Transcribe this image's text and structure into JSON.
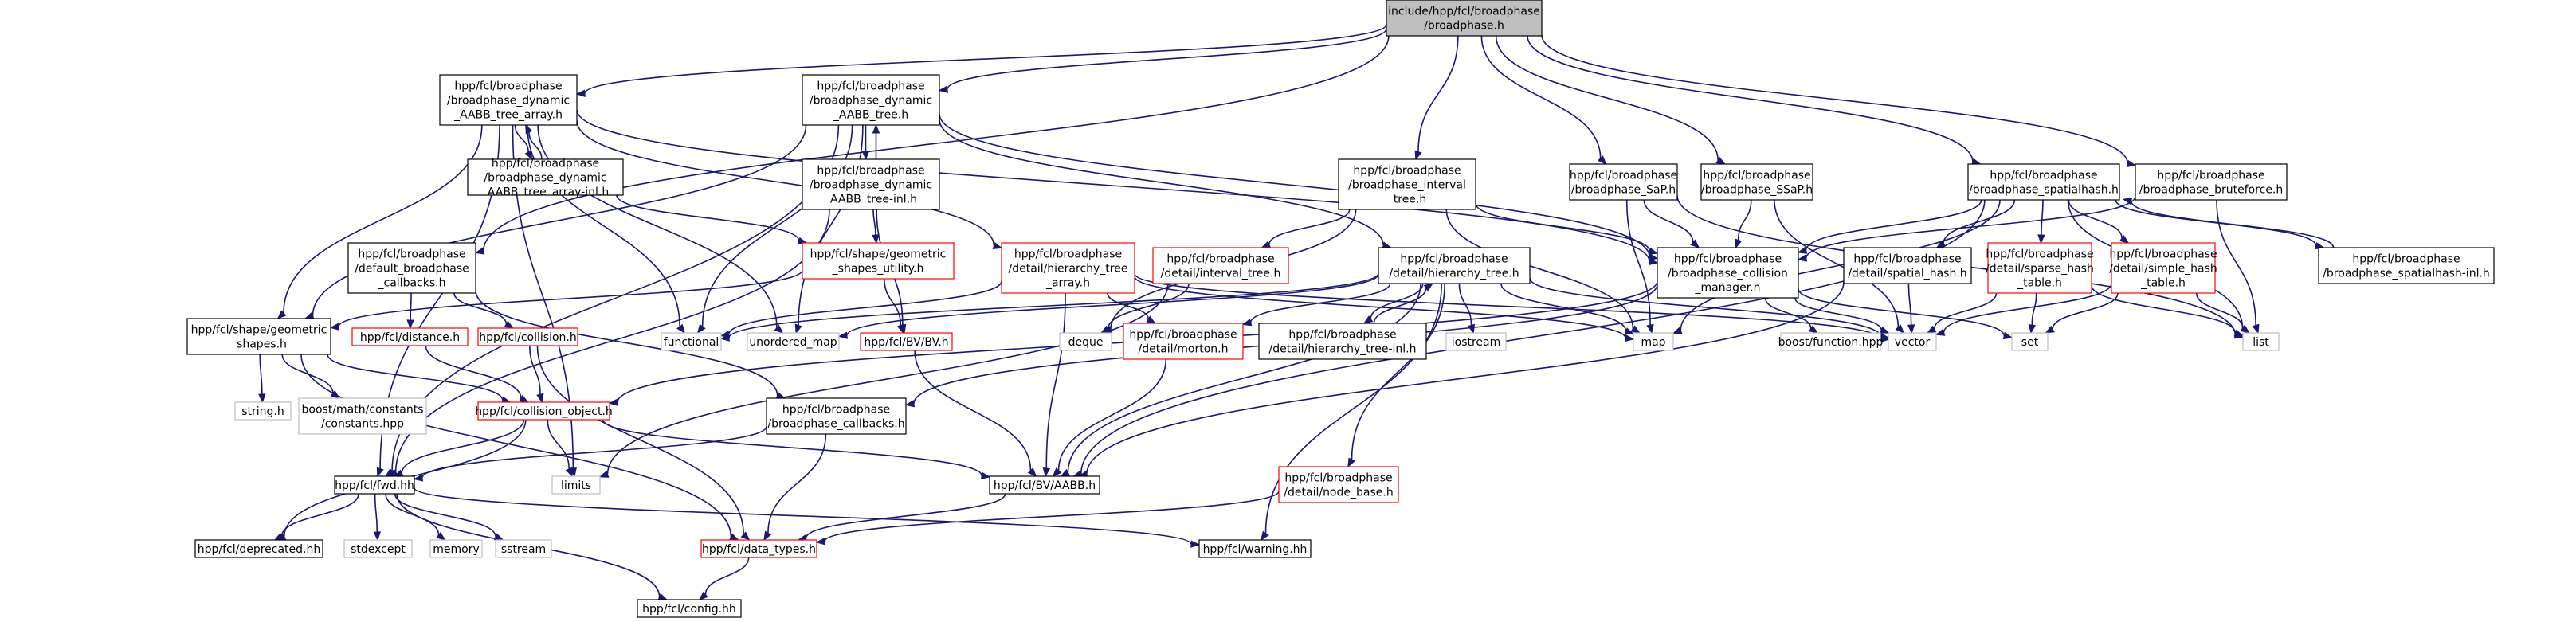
{
  "colors": {
    "edge": "#191970",
    "root_fill": "#bfbfbf",
    "border_documented": "#000000",
    "border_red": "#ff0000",
    "border_external": "#bfbfbf"
  },
  "nodes": {
    "root": {
      "lines": [
        "include/hpp/fcl/broadphase",
        "/broadphase.h"
      ],
      "style": "root"
    },
    "dyn_array": {
      "lines": [
        "hpp/fcl/broadphase",
        "/broadphase_dynamic",
        "_AABB_tree_array.h"
      ],
      "style": "doc"
    },
    "dyn_tree": {
      "lines": [
        "hpp/fcl/broadphase",
        "/broadphase_dynamic",
        "_AABB_tree.h"
      ],
      "style": "doc"
    },
    "dyn_array_inl": {
      "lines": [
        "hpp/fcl/broadphase",
        "/broadphase_dynamic",
        "_AABB_tree_array-inl.h"
      ],
      "style": "doc"
    },
    "dyn_tree_inl": {
      "lines": [
        "hpp/fcl/broadphase",
        "/broadphase_dynamic",
        "_AABB_tree-inl.h"
      ],
      "style": "doc"
    },
    "interval_tree": {
      "lines": [
        "hpp/fcl/broadphase",
        "/broadphase_interval",
        "_tree.h"
      ],
      "style": "doc"
    },
    "sap": {
      "lines": [
        "hpp/fcl/broadphase",
        "/broadphase_SaP.h"
      ],
      "style": "doc"
    },
    "ssap": {
      "lines": [
        "hpp/fcl/broadphase",
        "/broadphase_SSaP.h"
      ],
      "style": "doc"
    },
    "spatialhash": {
      "lines": [
        "hpp/fcl/broadphase",
        "/broadphase_spatialhash.h"
      ],
      "style": "doc"
    },
    "bruteforce": {
      "lines": [
        "hpp/fcl/broadphase",
        "/broadphase_bruteforce.h"
      ],
      "style": "doc"
    },
    "default_cb": {
      "lines": [
        "hpp/fcl/broadphase",
        "/default_broadphase",
        "_callbacks.h"
      ],
      "style": "doc"
    },
    "shape_util": {
      "lines": [
        "hpp/fcl/shape/geometric",
        "_shapes_utility.h"
      ],
      "style": "red"
    },
    "hier_array": {
      "lines": [
        "hpp/fcl/broadphase",
        "/detail/hierarchy_tree",
        "_array.h"
      ],
      "style": "red"
    },
    "interval_detail": {
      "lines": [
        "hpp/fcl/broadphase",
        "/detail/interval_tree.h"
      ],
      "style": "red"
    },
    "hier_tree": {
      "lines": [
        "hpp/fcl/broadphase",
        "/detail/hierarchy_tree.h"
      ],
      "style": "doc"
    },
    "coll_mgr": {
      "lines": [
        "hpp/fcl/broadphase",
        "/broadphase_collision",
        "_manager.h"
      ],
      "style": "doc"
    },
    "spatial_hash": {
      "lines": [
        "hpp/fcl/broadphase",
        "/detail/spatial_hash.h"
      ],
      "style": "doc"
    },
    "sparse_hash": {
      "lines": [
        "hpp/fcl/broadphase",
        "/detail/sparse_hash",
        "_table.h"
      ],
      "style": "red"
    },
    "simple_hash": {
      "lines": [
        "hpp/fcl/broadphase",
        "/detail/simple_hash",
        "_table.h"
      ],
      "style": "red"
    },
    "spatialhash_inl": {
      "lines": [
        "hpp/fcl/broadphase",
        "/broadphase_spatialhash-inl.h"
      ],
      "style": "doc"
    },
    "geom_shapes": {
      "lines": [
        "hpp/fcl/shape/geometric",
        "_shapes.h"
      ],
      "style": "doc"
    },
    "distance": {
      "lines": [
        "hpp/fcl/distance.h"
      ],
      "style": "red"
    },
    "collision": {
      "lines": [
        "hpp/fcl/collision.h"
      ],
      "style": "red"
    },
    "functional": {
      "lines": [
        "functional"
      ],
      "style": "ext"
    },
    "unordered_map": {
      "lines": [
        "unordered_map"
      ],
      "style": "ext"
    },
    "bvbv": {
      "lines": [
        "hpp/fcl/BV/BV.h"
      ],
      "style": "red"
    },
    "deque": {
      "lines": [
        "deque"
      ],
      "style": "ext"
    },
    "morton": {
      "lines": [
        "hpp/fcl/broadphase",
        "/detail/morton.h"
      ],
      "style": "red"
    },
    "hier_tree_inl": {
      "lines": [
        "hpp/fcl/broadphase",
        "/detail/hierarchy_tree-inl.h"
      ],
      "style": "doc"
    },
    "iostream": {
      "lines": [
        "iostream"
      ],
      "style": "ext"
    },
    "map": {
      "lines": [
        "map"
      ],
      "style": "ext"
    },
    "boost_function": {
      "lines": [
        "boost/function.hpp"
      ],
      "style": "ext"
    },
    "vector": {
      "lines": [
        "vector"
      ],
      "style": "ext"
    },
    "set": {
      "lines": [
        "set"
      ],
      "style": "ext"
    },
    "list": {
      "lines": [
        "list"
      ],
      "style": "ext"
    },
    "string_h": {
      "lines": [
        "string.h"
      ],
      "style": "ext"
    },
    "boost_math": {
      "lines": [
        "boost/math/constants",
        "/constants.hpp"
      ],
      "style": "ext"
    },
    "coll_obj": {
      "lines": [
        "hpp/fcl/collision_object.h"
      ],
      "style": "red"
    },
    "bp_callbacks": {
      "lines": [
        "hpp/fcl/broadphase",
        "/broadphase_callbacks.h"
      ],
      "style": "doc"
    },
    "limits": {
      "lines": [
        "limits"
      ],
      "style": "ext"
    },
    "fwd": {
      "lines": [
        "hpp/fcl/fwd.hh"
      ],
      "style": "doc"
    },
    "bv_aabb": {
      "lines": [
        "hpp/fcl/BV/AABB.h"
      ],
      "style": "doc"
    },
    "node_base": {
      "lines": [
        "hpp/fcl/broadphase",
        "/detail/node_base.h"
      ],
      "style": "red"
    },
    "deprecated": {
      "lines": [
        "hpp/fcl/deprecated.hh"
      ],
      "style": "doc"
    },
    "stdexcept": {
      "lines": [
        "stdexcept"
      ],
      "style": "ext"
    },
    "memory": {
      "lines": [
        "memory"
      ],
      "style": "ext"
    },
    "sstream": {
      "lines": [
        "sstream"
      ],
      "style": "ext"
    },
    "data_types": {
      "lines": [
        "hpp/fcl/data_types.h"
      ],
      "style": "red"
    },
    "warning": {
      "lines": [
        "hpp/fcl/warning.hh"
      ],
      "style": "doc"
    },
    "config": {
      "lines": [
        "hpp/fcl/config.hh"
      ],
      "style": "doc"
    }
  },
  "edges": [
    [
      "root",
      "dyn_array"
    ],
    [
      "root",
      "dyn_tree"
    ],
    [
      "root",
      "interval_tree"
    ],
    [
      "root",
      "sap"
    ],
    [
      "root",
      "ssap"
    ],
    [
      "root",
      "spatialhash"
    ],
    [
      "root",
      "bruteforce"
    ],
    [
      "root",
      "default_cb"
    ],
    [
      "dyn_array",
      "dyn_array_inl"
    ],
    [
      "dyn_array_inl",
      "dyn_array"
    ],
    [
      "dyn_array",
      "geom_shapes"
    ],
    [
      "dyn_array",
      "hier_array"
    ],
    [
      "dyn_array",
      "coll_mgr"
    ],
    [
      "dyn_array",
      "functional"
    ],
    [
      "dyn_array",
      "unordered_map"
    ],
    [
      "dyn_array",
      "fwd"
    ],
    [
      "dyn_array",
      "limits"
    ],
    [
      "dyn_array_inl",
      "shape_util"
    ],
    [
      "dyn_tree",
      "dyn_tree_inl"
    ],
    [
      "dyn_tree_inl",
      "dyn_tree"
    ],
    [
      "dyn_tree",
      "hier_tree"
    ],
    [
      "dyn_tree",
      "coll_mgr"
    ],
    [
      "dyn_tree",
      "functional"
    ],
    [
      "dyn_tree",
      "unordered_map"
    ],
    [
      "dyn_tree",
      "geom_shapes"
    ],
    [
      "dyn_tree",
      "fwd"
    ],
    [
      "dyn_tree_inl",
      "shape_util"
    ],
    [
      "dyn_tree_inl",
      "bvbv"
    ],
    [
      "dyn_tree_inl",
      "fwd"
    ],
    [
      "shape_util",
      "geom_shapes"
    ],
    [
      "shape_util",
      "bvbv"
    ],
    [
      "hier_array",
      "morton"
    ],
    [
      "hier_array",
      "bv_aabb"
    ],
    [
      "hier_array",
      "functional"
    ],
    [
      "hier_array",
      "map"
    ],
    [
      "hier_array",
      "vector"
    ],
    [
      "interval_tree",
      "interval_detail"
    ],
    [
      "interval_tree",
      "coll_mgr"
    ],
    [
      "interval_tree",
      "map"
    ],
    [
      "interval_tree",
      "deque"
    ],
    [
      "interval_detail",
      "deque"
    ],
    [
      "interval_detail",
      "limits"
    ],
    [
      "hier_tree",
      "hier_tree_inl"
    ],
    [
      "hier_tree_inl",
      "hier_tree"
    ],
    [
      "hier_tree",
      "morton"
    ],
    [
      "hier_tree",
      "map"
    ],
    [
      "hier_tree",
      "iostream"
    ],
    [
      "hier_tree",
      "vector"
    ],
    [
      "hier_tree",
      "functional"
    ],
    [
      "hier_tree",
      "unordered_map"
    ],
    [
      "hier_tree",
      "bv_aabb"
    ],
    [
      "hier_tree",
      "node_base"
    ],
    [
      "hier_tree",
      "warning"
    ],
    [
      "sap",
      "coll_mgr"
    ],
    [
      "sap",
      "map"
    ],
    [
      "sap",
      "list"
    ],
    [
      "ssap",
      "coll_mgr"
    ],
    [
      "ssap",
      "vector"
    ],
    [
      "spatialhash",
      "coll_mgr"
    ],
    [
      "spatialhash",
      "spatial_hash"
    ],
    [
      "spatialhash",
      "sparse_hash"
    ],
    [
      "spatialhash",
      "simple_hash"
    ],
    [
      "spatialhash",
      "spatialhash_inl"
    ],
    [
      "spatialhash_inl",
      "spatialhash"
    ],
    [
      "spatialhash",
      "list"
    ],
    [
      "spatialhash",
      "map"
    ],
    [
      "spatialhash",
      "bv_aabb"
    ],
    [
      "bruteforce",
      "coll_mgr"
    ],
    [
      "bruteforce",
      "list"
    ],
    [
      "coll_mgr",
      "boost_function"
    ],
    [
      "coll_mgr",
      "vector"
    ],
    [
      "coll_mgr",
      "set"
    ],
    [
      "coll_mgr",
      "coll_obj"
    ],
    [
      "coll_mgr",
      "bp_callbacks"
    ],
    [
      "spatial_hash",
      "vector"
    ],
    [
      "spatial_hash",
      "bv_aabb"
    ],
    [
      "sparse_hash",
      "vector"
    ],
    [
      "sparse_hash",
      "set"
    ],
    [
      "sparse_hash",
      "list"
    ],
    [
      "simple_hash",
      "vector"
    ],
    [
      "simple_hash",
      "set"
    ],
    [
      "simple_hash",
      "list"
    ],
    [
      "default_cb",
      "distance"
    ],
    [
      "default_cb",
      "collision"
    ],
    [
      "default_cb",
      "bp_callbacks"
    ],
    [
      "geom_shapes",
      "string_h"
    ],
    [
      "geom_shapes",
      "boost_math"
    ],
    [
      "geom_shapes",
      "coll_obj"
    ],
    [
      "geom_shapes",
      "data_types"
    ],
    [
      "distance",
      "coll_obj"
    ],
    [
      "collision",
      "coll_obj"
    ],
    [
      "collision",
      "data_types"
    ],
    [
      "coll_obj",
      "deprecated"
    ],
    [
      "coll_obj",
      "fwd"
    ],
    [
      "coll_obj",
      "limits"
    ],
    [
      "coll_obj",
      "bv_aabb"
    ],
    [
      "bvbv",
      "bv_aabb"
    ],
    [
      "morton",
      "bv_aabb"
    ],
    [
      "node_base",
      "data_types"
    ],
    [
      "bp_callbacks",
      "fwd"
    ],
    [
      "bp_callbacks",
      "data_types"
    ],
    [
      "bv_aabb",
      "data_types"
    ],
    [
      "fwd",
      "deprecated"
    ],
    [
      "fwd",
      "stdexcept"
    ],
    [
      "fwd",
      "memory"
    ],
    [
      "fwd",
      "sstream"
    ],
    [
      "fwd",
      "config"
    ],
    [
      "fwd",
      "warning"
    ],
    [
      "data_types",
      "config"
    ]
  ]
}
